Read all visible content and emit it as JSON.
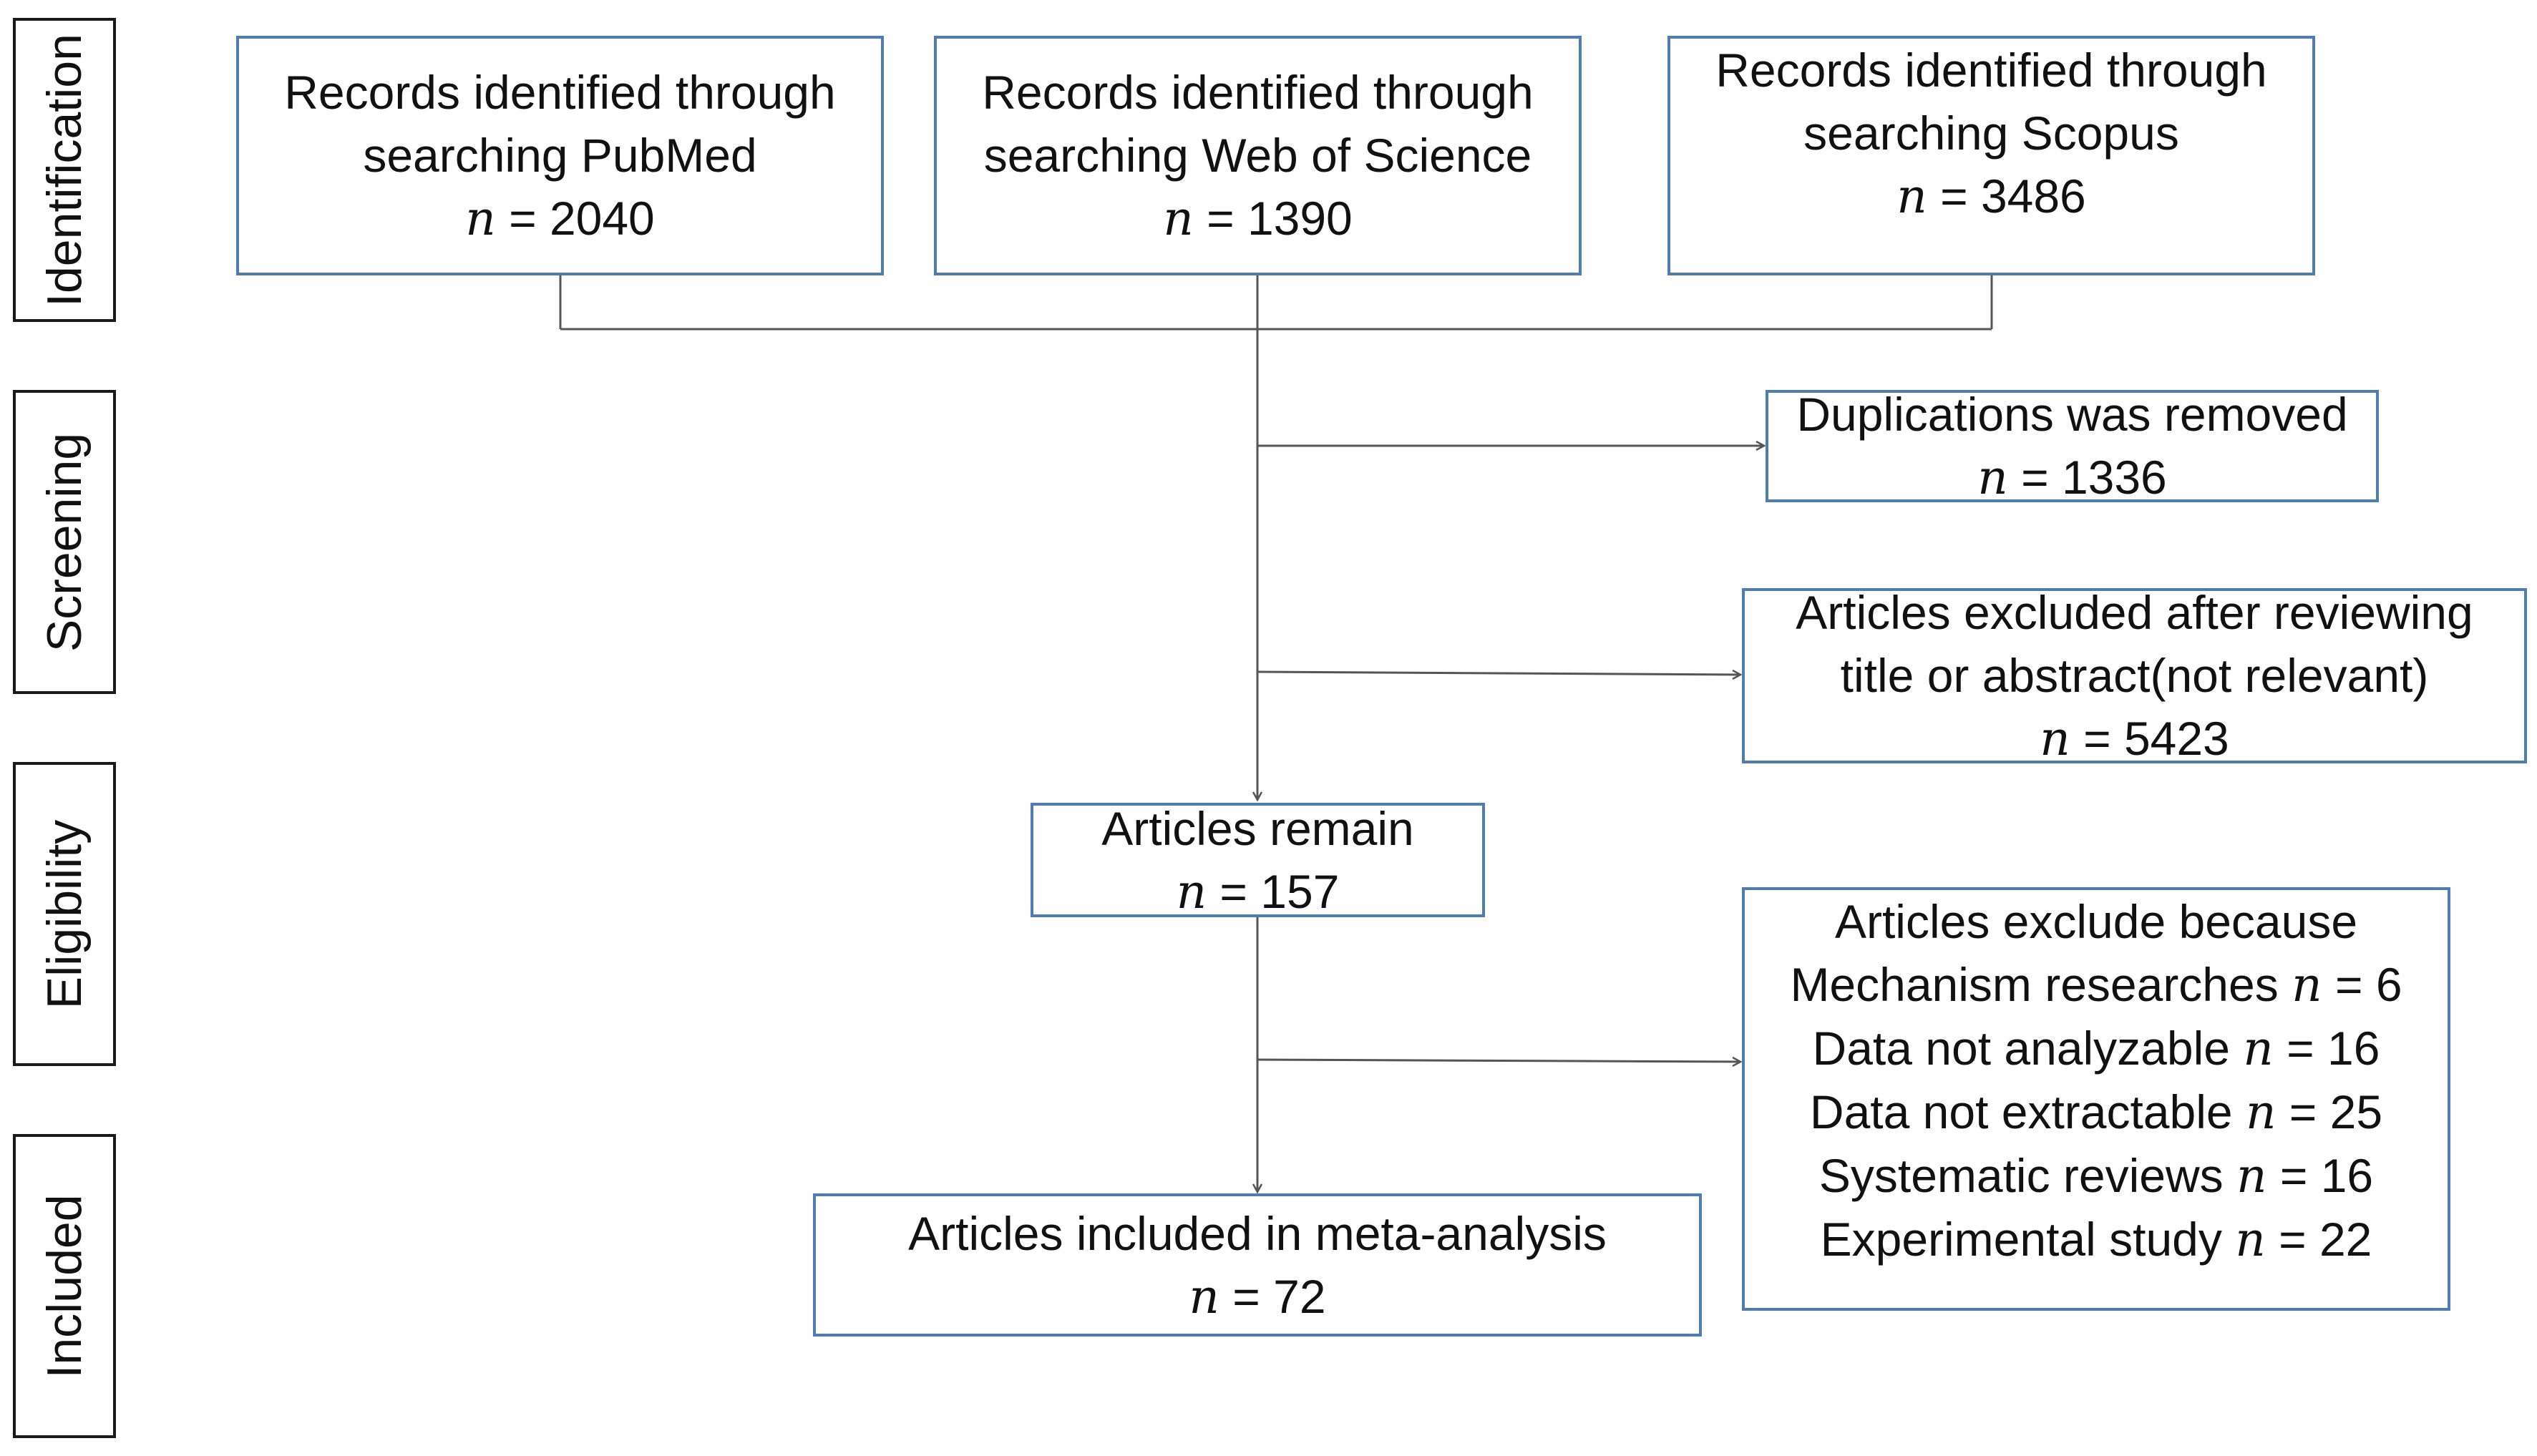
{
  "phases": {
    "identification": "Identification",
    "screening": "Screening",
    "eligibility": "Eligibility",
    "included": "Included"
  },
  "n_symbol": "n",
  "boxes": {
    "pubmed": {
      "line1": "Records identified through",
      "line2": "searching PubMed",
      "count": "= 2040"
    },
    "wos": {
      "line1": "Records identified through",
      "line2": "searching Web of Science",
      "count": "= 1390"
    },
    "scopus": {
      "line1": "Records identified through",
      "line2": "searching Scopus",
      "count": "= 3486"
    },
    "duplicates": {
      "line1": "Duplications was removed",
      "count": "= 1336"
    },
    "excluded_title": {
      "line1": "Articles excluded after reviewing",
      "line2": "title or abstract(not relevant)",
      "count": "= 5423"
    },
    "remain": {
      "line1": "Articles remain",
      "count": "= 157"
    },
    "exclude_reasons": {
      "heading": "Articles exclude because",
      "items": [
        {
          "label": "Mechanism researches",
          "count": "= 6"
        },
        {
          "label": "Data not analyzable",
          "count": "= 16"
        },
        {
          "label": "Data not extractable",
          "count": "= 25"
        },
        {
          "label": "Systematic reviews ",
          "count": "= 16"
        },
        {
          "label": "Experimental study",
          "count": "= 22"
        }
      ]
    },
    "included": {
      "line1": "Articles included in meta-analysis",
      "count": "= 72"
    }
  },
  "colors": {
    "box_border": "#4f7cb3",
    "phase_border": "#1a1a1a",
    "connector": "#555555",
    "text": "#111111"
  }
}
